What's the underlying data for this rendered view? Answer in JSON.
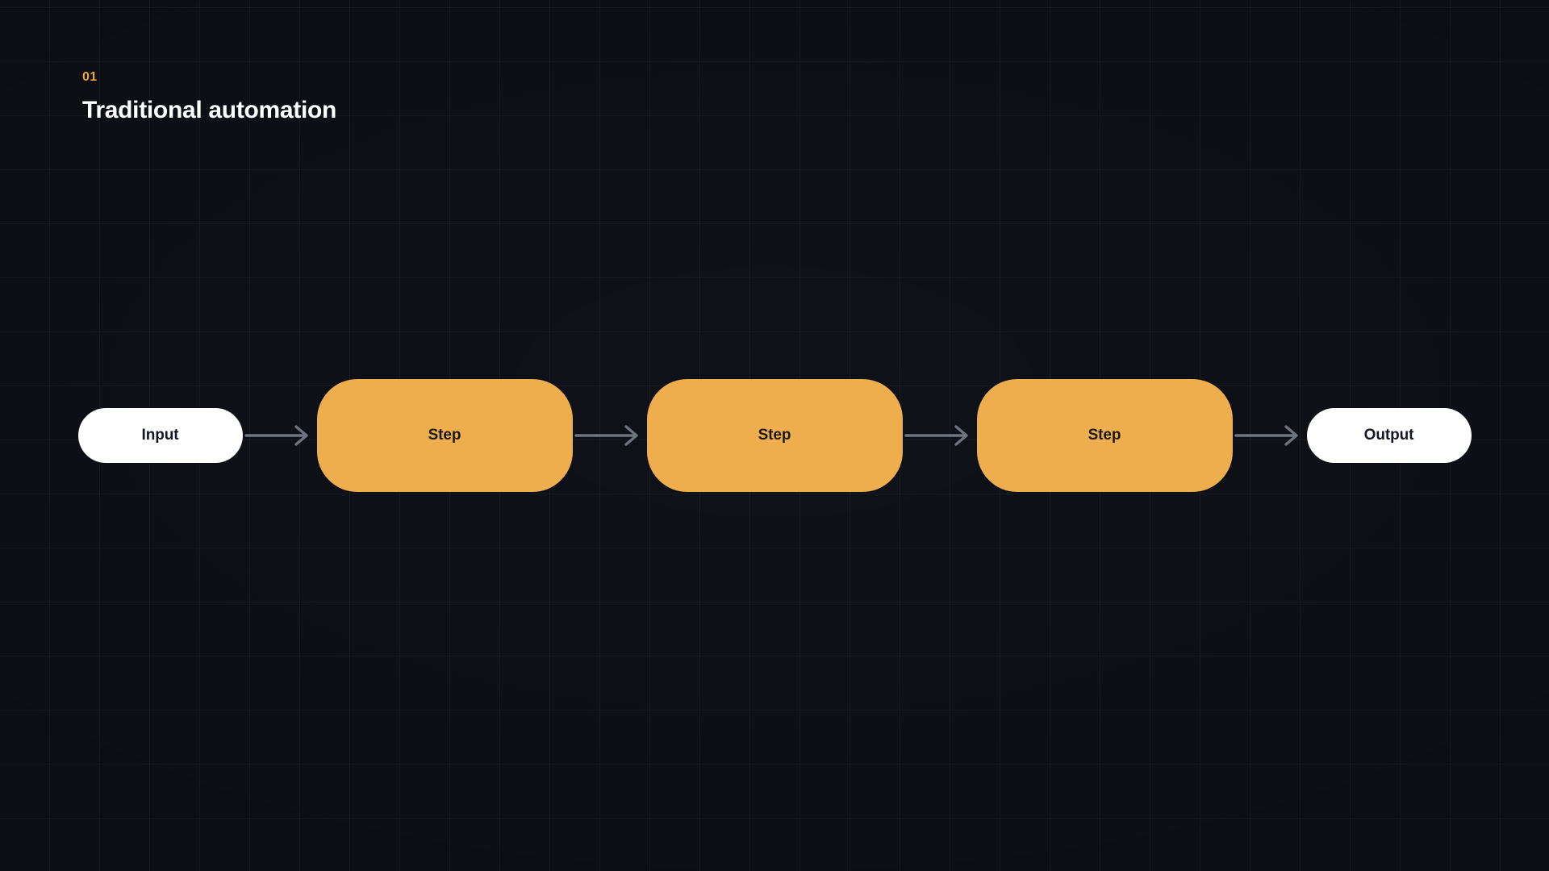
{
  "theme": {
    "background_color": "#12151E",
    "grid_line_color": "#2A2E3B",
    "accent_color": "#E9A33A",
    "step_fill_color": "#EFAE4E",
    "terminal_fill_color": "#FFFFFF",
    "arrow_color": "#6E7481",
    "title_color": "#FFFFFF",
    "node_text_color": "#1A1A1A"
  },
  "header": {
    "eyebrow": "01",
    "title": "Traditional automation"
  },
  "diagram": {
    "type": "linear-flow",
    "orientation": "horizontal",
    "nodes": [
      {
        "id": "input",
        "label": "Input",
        "shape": "pill",
        "style": "terminal"
      },
      {
        "id": "step-1",
        "label": "Step",
        "shape": "rounded-rectangle",
        "style": "step"
      },
      {
        "id": "step-2",
        "label": "Step",
        "shape": "rounded-rectangle",
        "style": "step"
      },
      {
        "id": "step-3",
        "label": "Step",
        "shape": "rounded-rectangle",
        "style": "step"
      },
      {
        "id": "output",
        "label": "Output",
        "shape": "pill",
        "style": "terminal"
      }
    ],
    "connectors": [
      {
        "from": "input",
        "to": "step-1",
        "icon": "arrow-right-icon"
      },
      {
        "from": "step-1",
        "to": "step-2",
        "icon": "arrow-right-icon"
      },
      {
        "from": "step-2",
        "to": "step-3",
        "icon": "arrow-right-icon"
      },
      {
        "from": "step-3",
        "to": "output",
        "icon": "arrow-right-icon"
      }
    ]
  }
}
